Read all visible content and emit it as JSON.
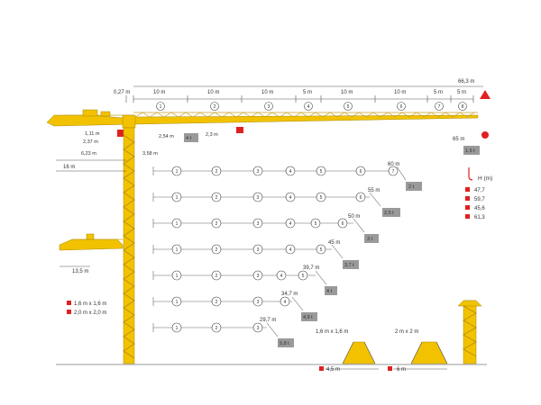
{
  "colors": {
    "crane": "#f2c200",
    "accent": "#e02020",
    "load_box": "#9a9a9a",
    "lines": "#555555"
  },
  "top_dims": {
    "offset": "0,27 m",
    "segments": [
      "10 m",
      "10 m",
      "10 m",
      "5 m",
      "10 m",
      "10 m",
      "5 m",
      "5 m"
    ],
    "segment_numbers": [
      "1",
      "2",
      "3",
      "4",
      "5",
      "6",
      "7",
      "8"
    ],
    "max_reach": "66,3 m"
  },
  "boom_labels": {
    "d1": "1,11 m",
    "d2": "2,37 m",
    "d3": "6,23 m",
    "d4": "2,54 m",
    "d5": "2,3 m",
    "d6": "3,58 m",
    "d7": "16 m",
    "d8": "65 m",
    "counter_weight": "4 t",
    "tip_load": "1,5 t"
  },
  "configs": [
    {
      "reach": "60 m",
      "load": "2 t",
      "circles": [
        "1",
        "2",
        "3",
        "4",
        "5",
        "6",
        "7"
      ]
    },
    {
      "reach": "55 m",
      "load": "2,5 t",
      "circles": [
        "1",
        "2",
        "3",
        "4",
        "5",
        "6"
      ]
    },
    {
      "reach": "50 m",
      "load": "3 t",
      "circles": [
        "1",
        "2",
        "3",
        "4",
        "5",
        "6"
      ]
    },
    {
      "reach": "45 m",
      "load": "3,7 t",
      "circles": [
        "1",
        "2",
        "3",
        "4",
        "5"
      ]
    },
    {
      "reach": "39,7 m",
      "load": "4 t",
      "circles": [
        "1",
        "2",
        "3",
        "4",
        "5"
      ]
    },
    {
      "reach": "34,7 m",
      "load": "4,9 t",
      "circles": [
        "1",
        "2",
        "3",
        "4"
      ]
    },
    {
      "reach": "29,7 m",
      "load": "5,8 t",
      "circles": [
        "1",
        "2",
        "3"
      ]
    }
  ],
  "height": {
    "title": "H (m)",
    "values": [
      "47,7",
      "59,7",
      "45,6",
      "61,3"
    ]
  },
  "mast": {
    "section_a": "1,6 m x 1,6 m",
    "section_b": "2,0 m x 2,0 m",
    "side_offset": "13,5 m"
  },
  "bases": {
    "a_dims": "1,6 m x 1,6 m",
    "a_width": "4,5 m",
    "b_dims": "2 m x 2 m",
    "b_width": "6 m"
  }
}
